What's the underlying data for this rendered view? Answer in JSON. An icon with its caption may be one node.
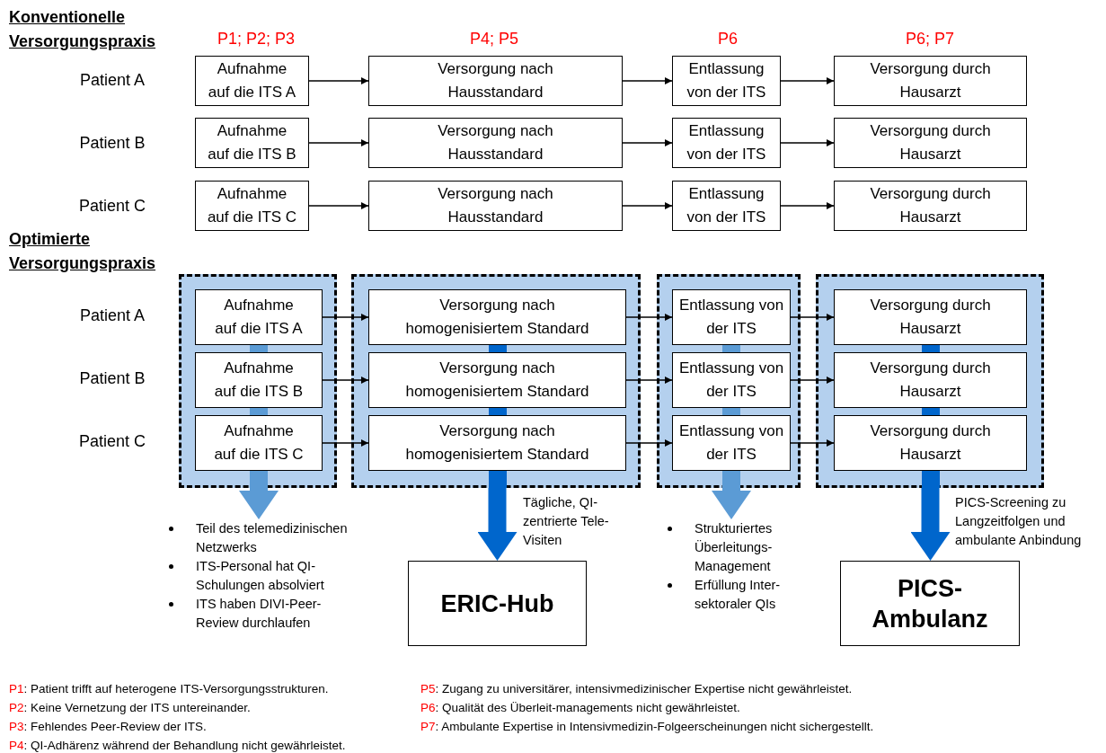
{
  "diagram": {
    "nodes": [
      {
        "text": [
          "Aufnahme auf die ITS A"
        ]
      },
      {
        "text": [
          "Versorgung nach Hausstandard"
        ]
      },
      {
        "text": [
          "Entlassung von der ITS"
        ]
      },
      {
        "text": [
          "Versorgung durch Hausarzt"
        ]
      },
      {
        "text": [
          "Aufnahme auf die ITS B"
        ]
      },
      {
        "text": [
          "Versorgung nach Hausstandard"
        ]
      },
      {
        "text": [
          "Entlassung von der ITS"
        ]
      },
      {
        "text": [
          "Versorgung durch Hausarzt"
        ]
      },
      {
        "text": [
          "Aufnahme auf die ITS C"
        ]
      },
      {
        "text": [
          "Versorgung nach Hausstandard"
        ]
      },
      {
        "text": [
          "Entlassung von der ITS"
        ]
      },
      {
        "text": [
          "Versorgung durch Hausarzt"
        ]
      },
      {
        "text": [],
        "shape": "box"
      },
      {
        "text": [
          "Aufnahme auf die ITS A"
        ],
        "in": 12
      },
      {
        "text": [
          "Aufnahme auf die ITS B"
        ],
        "in": 12
      },
      {
        "text": [
          "Aufnahme auf die ITS C"
        ],
        "in": 12
      },
      {
        "text": [],
        "shape": "box"
      },
      {
        "text": [
          "Versorgung nach homogenisiertem Standard"
        ],
        "in": 16
      },
      {
        "text": [
          "Versorgung nach homogenisiertem Standard"
        ],
        "in": 16
      },
      {
        "text": [
          "Versorgung nach homogenisiertem Standard"
        ],
        "in": 16
      },
      {
        "text": [],
        "shape": "box"
      },
      {
        "text": [
          "Entlassung von der ITS"
        ],
        "in": 20
      },
      {
        "text": [
          "Entlassung von der ITS"
        ],
        "in": 20
      },
      {
        "text": [
          "Entlassung von der ITS"
        ],
        "in": 20
      },
      {
        "text": [],
        "shape": "box"
      },
      {
        "text": [
          "Versorgung durch Hausarzt"
        ],
        "in": 24
      },
      {
        "text": [
          "Versorgung durch Hausarzt"
        ],
        "in": 24
      },
      {
        "text": [
          "Versorgung durch Hausarzt"
        ],
        "in": 24
      },
      {
        "text": [
          "Teil des telemedizinischen Netzwerks",
          "ITS-Personal hat QI-Schulungen absolviert",
          "ITS haben DIVI-Peer-Review durchlaufen"
        ]
      },
      {
        "text": [
          "ERIC-Hub"
        ]
      },
      {
        "text": [
          "Strukturiertes Überleitungs-Management",
          "Erfüllung Inter-sektoraler QIs"
        ]
      },
      {
        "text": [
          "PICS-Ambulanz"
        ]
      }
    ],
    "edges": [
      {
        "from": 0,
        "to": 1,
        "arrow": "to"
      },
      {
        "from": 1,
        "to": 2,
        "arrow": "to"
      },
      {
        "from": 2,
        "to": 3,
        "arrow": "to"
      },
      {
        "from": 4,
        "to": 5,
        "arrow": "to"
      },
      {
        "from": 5,
        "to": 6,
        "arrow": "to"
      },
      {
        "from": 6,
        "to": 7,
        "arrow": "to"
      },
      {
        "from": 8,
        "to": 9,
        "arrow": "to"
      },
      {
        "from": 9,
        "to": 10,
        "arrow": "to"
      },
      {
        "from": 10,
        "to": 11,
        "arrow": "to"
      },
      {
        "from": 13,
        "to": 17,
        "arrow": "to"
      },
      {
        "from": 17,
        "to": 21,
        "arrow": "to"
      },
      {
        "from": 21,
        "to": 25,
        "arrow": "to"
      },
      {
        "from": 14,
        "to": 18,
        "arrow": "to"
      },
      {
        "from": 18,
        "to": 22,
        "arrow": "to"
      },
      {
        "from": 22,
        "to": 26,
        "arrow": "to"
      },
      {
        "from": 15,
        "to": 19,
        "arrow": "to"
      },
      {
        "from": 19,
        "to": 23,
        "arrow": "to"
      },
      {
        "from": 23,
        "to": 27,
        "arrow": "to"
      },
      {
        "from": 12,
        "to": 28,
        "arrow": "to",
        "style": "thick",
        "color": "#5b9bd5"
      },
      {
        "from": 16,
        "to": 29,
        "arrow": "to",
        "style": "thick",
        "color": "#0066cc",
        "label": "Tägliche, QI-zentrierte Tele-Visiten"
      },
      {
        "from": 20,
        "to": 30,
        "arrow": "to",
        "style": "thick",
        "color": "#5b9bd5"
      },
      {
        "from": 24,
        "to": 31,
        "arrow": "to",
        "style": "thick",
        "color": "#0066cc",
        "label": "PICS-Screening zu Langzeitfolgen und ambulante Anbindung"
      }
    ],
    "labels": [
      "Konventionelle Versorgungspraxis",
      "P1; P2; P3",
      "P4; P5",
      "P6",
      "P6; P7",
      "Patient A",
      "Patient B",
      "Patient C",
      "Optimierte Versorgungspraxis",
      "Patient A",
      "Patient B",
      "Patient C",
      "P1: Patient trifft auf heterogene ITS-Versorgungsstrukturen.",
      "P5: Zugang zu universitärer, intensivmedizinischer Expertise nicht gewährleistet.",
      "P2: Keine Vernetzung der ITS untereinander.",
      "P6: Qualität des Überleit-managements nicht gewährleistet.",
      "P3: Fehlendes Peer-Review der ITS.",
      "P7: Ambulante Expertise in Intensivmedizin-Folgeerscheinungen nicht sichergestellt.",
      "P4: QI-Adhärenz während der Behandlung nicht gewährleistet."
    ]
  }
}
